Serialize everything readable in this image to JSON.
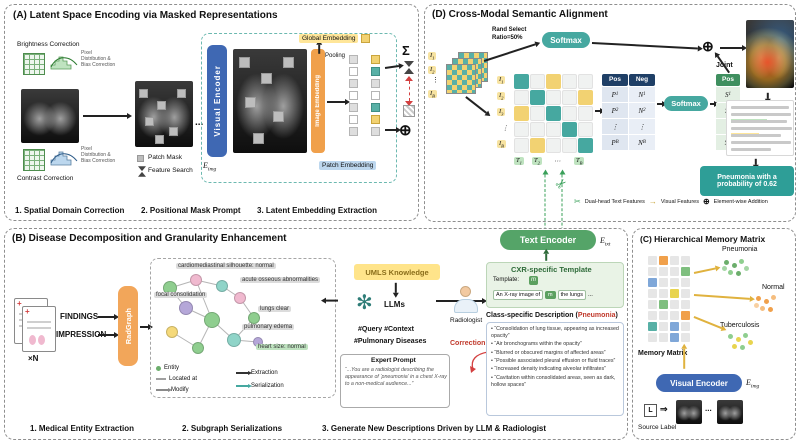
{
  "panelA": {
    "title": "(A) Latent Space Encoding via Masked Representations",
    "brightness_label": "Brightness Correction",
    "contrast_label": "Contrast Correction",
    "hist_caption1": "Pixel Distribution & Bias Correction",
    "hist_caption2": "Pixel Distribution & Bias Correction",
    "visual_encoder": "Visual Encoder",
    "e_base": "E",
    "e_sub": "img",
    "image_embedding": "Image Embedding",
    "pooling": "Pooling",
    "global_embedding": "Global Embedding",
    "patch_embedding": "Patch Embedding",
    "sigma": "Σ",
    "oplus": "⊕",
    "dots": "...",
    "legend_patch_mask": "Patch Mask",
    "legend_feature_search": "Feature Search",
    "steps": [
      "1. Spatial Domain Correction",
      "2. Positional Mask Prompt",
      "3. Latent Embedding Extraction"
    ]
  },
  "panelD": {
    "title": "(D) Cross-Modal Semantic Alignment",
    "rand_select_line1": "Rand Select",
    "rand_select_line2": "Ratio=50%",
    "softmax": "Softmax",
    "joint": "Joint",
    "oplus": "⊕",
    "stack_tags": [
      {
        "b": "I",
        "s": "1"
      },
      {
        "b": "I",
        "s": "2"
      },
      {
        "b": "I",
        "s": "B"
      }
    ],
    "stack_dots": "⋮",
    "row_labels": [
      {
        "b": "I",
        "s": "1"
      },
      {
        "b": "I",
        "s": "2"
      },
      {
        "b": "I",
        "s": "3"
      },
      {
        "b": "⋮",
        "s": ""
      },
      {
        "b": "I",
        "s": "B"
      }
    ],
    "col_labels": [
      {
        "b": "T",
        "s": "1"
      },
      {
        "b": "T",
        "s": "2"
      },
      {
        "b": "⋯",
        "s": ""
      },
      {
        "b": "T",
        "s": "B"
      }
    ],
    "posneg_headers": {
      "pos": "Pos",
      "neg": "Neg"
    },
    "posneg_rows": [
      {
        "p": {
          "b": "P",
          "s": "1"
        },
        "n": {
          "b": "N",
          "s": "1"
        }
      },
      {
        "p": {
          "b": "P",
          "s": "2"
        },
        "n": {
          "b": "N",
          "s": "2"
        }
      },
      {
        "p": {
          "b": "⋮",
          "s": ""
        },
        "n": {
          "b": "⋮",
          "s": ""
        }
      },
      {
        "p": {
          "b": "P",
          "s": "B"
        },
        "n": {
          "b": "N",
          "s": "B"
        }
      }
    ],
    "score_header": "Pos",
    "score_rows": [
      {
        "b": "S",
        "s": "1"
      },
      {
        "b": "S",
        "s": "2"
      },
      {
        "b": "⋮",
        "s": ""
      },
      {
        "b": "S",
        "s": "B"
      }
    ],
    "prediction": "Pneumonia with a probability of 0.62",
    "legend": {
      "dual_head": "Dual-head Text Features",
      "visual": "Visual Features",
      "addition": "Element-wise Addition"
    }
  },
  "panelB": {
    "title": "(B) Disease Decomposition and Granularity Enhancement",
    "findings": "FINDINGS",
    "impression": "IMPRESSION",
    "xn": "×N",
    "radgraph": "RadGraph",
    "nodes": [
      "cardiomediastinal silhouette: normal",
      "acute osseous abnormalities",
      "focal consolidation",
      "lungs clear",
      "pulmonary edema",
      "heart size: normal"
    ],
    "legend": {
      "entity": "Entity",
      "located_at": "Located at",
      "modify": "Modify",
      "extraction": "Extraction",
      "serialization": "Serialization"
    },
    "umls": "UMLS Knowledge",
    "llms": "LLMs",
    "hashtags1": "#Query #Context",
    "hashtags2": "#Pulmonary Diseases",
    "radiologist": "Radiologist",
    "correction": "Correction",
    "expert_prompt_title": "Expert Prompt",
    "expert_prompt_text": "“...You are a radiologist describing the appearance of ‘pneumonia’ in a chest X-ray to a non-medical audience...”",
    "template_title": "CXR-specific Template",
    "template_label": "Template:",
    "template_m": "m",
    "template_chips": [
      "An X-ray image of",
      "m",
      "the lungs",
      "..."
    ],
    "desc_title_pre": "Class-specific Description (",
    "desc_disease": "Pneumonia",
    "desc_title_post": ")",
    "desc_items": [
      "“Consolidation of lung tissue, appearing as increased opacity”",
      "“Air bronchograms within the opacity”",
      "“Blurred or obscured margins of affected areas”",
      "“Possible associated pleural effusion or fluid traces”",
      "“Increased density indicating alveolar infiltrates”",
      "“Cavitation within consolidated areas, seen as dark, hollow spaces”"
    ],
    "text_encoder": "Text Encoder",
    "etxt_base": "E",
    "etxt_sub": "txt",
    "steps": [
      "1. Medical Entity Extraction",
      "2. Subgraph Serializations",
      "3. Generate New Descriptions Driven by LLM & Radiologist"
    ]
  },
  "panelC": {
    "title": "(C) Hierarchical Memory Matrix",
    "memory_matrix": "Memory Matrix",
    "clusters": [
      "Pneumonia",
      "Normal",
      "Tuberculosis"
    ],
    "visual_encoder": "Visual Encoder",
    "e_base": "E",
    "e_sub": "img",
    "l_label": "L",
    "source_label": "Source Label",
    "dots": "..."
  },
  "icons": {
    "scissors": "✂",
    "llm_flower": "✻",
    "arrow_right": "→",
    "double_arrow": "⇒"
  }
}
